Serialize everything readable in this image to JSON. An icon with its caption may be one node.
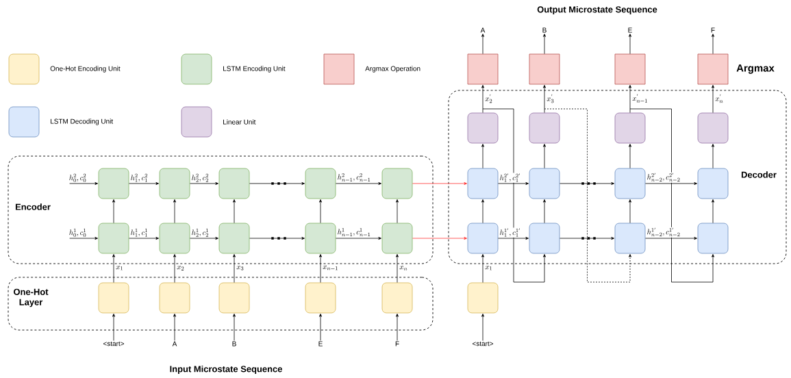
{
  "diagram": {
    "title": "Output Microstate Sequence",
    "nodes": [
      {
        "text": [
          "Encoder"
        ]
      },
      {
        "text": [
          "One-Hot Layer"
        ]
      },
      {
        "text": [
          "Decoder"
        ]
      },
      {
        "text": [],
        "shape": "box",
        "in": 0
      },
      {
        "text": [],
        "shape": "box",
        "in": 0
      },
      {
        "text": [],
        "shape": "box",
        "in": 0
      },
      {
        "text": [],
        "shape": "box",
        "in": 0
      },
      {
        "text": [],
        "shape": "box",
        "in": 0
      },
      {
        "text": [],
        "shape": "box",
        "in": 0
      },
      {
        "text": [],
        "shape": "box",
        "in": 0
      },
      {
        "text": [],
        "shape": "box",
        "in": 0
      },
      {
        "text": [],
        "shape": "box",
        "in": 0
      },
      {
        "text": [],
        "shape": "box",
        "in": 0
      },
      {
        "text": [],
        "shape": "box",
        "in": 1
      },
      {
        "text": [],
        "shape": "box",
        "in": 1
      },
      {
        "text": [],
        "shape": "box",
        "in": 1
      },
      {
        "text": [],
        "shape": "box",
        "in": 1
      },
      {
        "text": [],
        "shape": "box",
        "in": 1
      },
      {
        "text": [
          "<start>"
        ]
      },
      {
        "text": [
          "A"
        ]
      },
      {
        "text": [
          "B"
        ]
      },
      {
        "text": [
          "E"
        ]
      },
      {
        "text": [
          "F"
        ]
      },
      {
        "text": [],
        "shape": "box",
        "in": 2
      },
      {
        "text": [],
        "shape": "box",
        "in": 2
      },
      {
        "text": [],
        "shape": "box",
        "in": 2
      },
      {
        "text": [],
        "shape": "box",
        "in": 2
      },
      {
        "text": [],
        "shape": "box",
        "in": 2
      },
      {
        "text": [],
        "shape": "box",
        "in": 2
      },
      {
        "text": [],
        "shape": "box",
        "in": 2
      },
      {
        "text": [],
        "shape": "box",
        "in": 2
      },
      {
        "text": [],
        "shape": "box",
        "in": 2
      },
      {
        "text": [],
        "shape": "box",
        "in": 2
      },
      {
        "text": [],
        "shape": "box",
        "in": 2
      },
      {
        "text": [],
        "shape": "box",
        "in": 2
      },
      {
        "text": [],
        "shape": "box"
      },
      {
        "text": [],
        "shape": "box"
      },
      {
        "text": [],
        "shape": "box"
      },
      {
        "text": [],
        "shape": "box"
      },
      {
        "text": [
          "A"
        ]
      },
      {
        "text": [
          "B"
        ]
      },
      {
        "text": [
          "E"
        ]
      },
      {
        "text": [
          "F"
        ]
      },
      {
        "text": [],
        "shape": "box"
      },
      {
        "text": [
          "<start>"
        ]
      }
    ],
    "edges": [
      {
        "from": null,
        "to": 3,
        "arrow": "to",
        "label": "h_0^2, c_0^2"
      },
      {
        "from": 3,
        "to": 4,
        "arrow": "to",
        "label": "h_1^2, c_1^2"
      },
      {
        "from": 4,
        "to": 5,
        "arrow": "to",
        "label": "h_2^2, c_2^2"
      },
      {
        "from": 5,
        "to": 6,
        "arrow": "to"
      },
      {
        "from": 6,
        "to": 7,
        "arrow": "to",
        "label": "h_{n-1}^2, c_{n-1}^2"
      },
      {
        "from": null,
        "to": 8,
        "arrow": "to",
        "label": "h_0^1, c_0^1"
      },
      {
        "from": 8,
        "to": 9,
        "arrow": "to",
        "label": "h_1^1, c_1^1"
      },
      {
        "from": 9,
        "to": 10,
        "arrow": "to",
        "label": "h_2^1, c_2^1"
      },
      {
        "from": 10,
        "to": 11,
        "arrow": "to"
      },
      {
        "from": 11,
        "to": 12,
        "arrow": "to",
        "label": "h_{n-1}^1, c_{n-1}^1"
      },
      {
        "from": 8,
        "to": 3,
        "arrow": "to"
      },
      {
        "from": 9,
        "to": 4,
        "arrow": "to"
      },
      {
        "from": 10,
        "to": 5,
        "arrow": "to"
      },
      {
        "from": 11,
        "to": 6,
        "arrow": "to"
      },
      {
        "from": 12,
        "to": 7,
        "arrow": "to"
      },
      {
        "from": 13,
        "to": 8,
        "arrow": "to",
        "label": "x_1"
      },
      {
        "from": 14,
        "to": 9,
        "arrow": "to",
        "label": "x_2"
      },
      {
        "from": 15,
        "to": 10,
        "arrow": "to",
        "label": "x_3"
      },
      {
        "from": 16,
        "to": 11,
        "arrow": "to",
        "label": "x_{n-1}"
      },
      {
        "from": 17,
        "to": 12,
        "arrow": "to",
        "label": "x_n"
      },
      {
        "from": 18,
        "to": 13,
        "arrow": "to"
      },
      {
        "from": 19,
        "to": 14,
        "arrow": "to"
      },
      {
        "from": 20,
        "to": 15,
        "arrow": "to"
      },
      {
        "from": 21,
        "to": 16,
        "arrow": "to"
      },
      {
        "from": 22,
        "to": 17,
        "arrow": "to"
      },
      {
        "from": 7,
        "to": 23,
        "arrow": "to",
        "color": "#ff3333"
      },
      {
        "from": 12,
        "to": 27,
        "arrow": "to",
        "color": "#ff3333"
      },
      {
        "from": 23,
        "to": 24,
        "arrow": "to",
        "label": "h_1^{2'}, c_1^{2'}"
      },
      {
        "from": 24,
        "to": 25,
        "arrow": "to"
      },
      {
        "from": 25,
        "to": 26,
        "arrow": "to",
        "label": "h_{n-2}^{2'}, c_{n-2}^{2'}"
      },
      {
        "from": 27,
        "to": 28,
        "arrow": "to",
        "label": "h_1^{1'}, c_1^{1'}"
      },
      {
        "from": 28,
        "to": 29,
        "arrow": "to"
      },
      {
        "from": 29,
        "to": 30,
        "arrow": "to",
        "label": "h_{n-2}^{1'}, c_{n-2}^{1'}"
      },
      {
        "from": 27,
        "to": 23,
        "arrow": "to"
      },
      {
        "from": 28,
        "to": 24,
        "arrow": "to"
      },
      {
        "from": 29,
        "to": 25,
        "arrow": "to"
      },
      {
        "from": 30,
        "to": 26,
        "arrow": "to"
      },
      {
        "from": 23,
        "to": 31,
        "arrow": "to"
      },
      {
        "from": 24,
        "to": 32,
        "arrow": "to"
      },
      {
        "from": 25,
        "to": 33,
        "arrow": "to"
      },
      {
        "from": 26,
        "to": 34,
        "arrow": "to"
      },
      {
        "from": 31,
        "to": 35,
        "arrow": "to",
        "label": "x^{'}_2"
      },
      {
        "from": 32,
        "to": 36,
        "arrow": "to",
        "label": "x^{'}_3"
      },
      {
        "from": 33,
        "to": 37,
        "arrow": "to",
        "label": "x^{'}_{n-1}"
      },
      {
        "from": 34,
        "to": 38,
        "arrow": "to",
        "label": "x^{'}_n"
      },
      {
        "from": 35,
        "to": 39,
        "arrow": "to"
      },
      {
        "from": 36,
        "to": 40,
        "arrow": "to"
      },
      {
        "from": 37,
        "to": 41,
        "arrow": "to"
      },
      {
        "from": 38,
        "to": 42,
        "arrow": "to"
      },
      {
        "from": 44,
        "to": 43,
        "arrow": "to"
      },
      {
        "from": 43,
        "to": 27,
        "arrow": "to",
        "label": "x_1"
      },
      {
        "from": 31,
        "to": 28,
        "arrow": "to"
      },
      {
        "from": 32,
        "to": 29,
        "arrow": "to",
        "style": "dashed"
      },
      {
        "from": 33,
        "to": 30,
        "arrow": "to"
      }
    ],
    "labels": [
      "Input Microstate Sequence",
      "Argmax"
    ],
    "legend": [
      {
        "text": "One-Hot Encoding Unit",
        "color": "#fff2cc"
      },
      {
        "text": "LSTM Encoding Unit",
        "color": "#d5e8d4"
      },
      {
        "text": "Argmax Operation",
        "color": "#f8cecc"
      },
      {
        "text": "LSTM Decoding Unit",
        "color": "#dae8fc"
      },
      {
        "text": "Linear Unit",
        "color": "#e1d5e7"
      }
    ]
  }
}
